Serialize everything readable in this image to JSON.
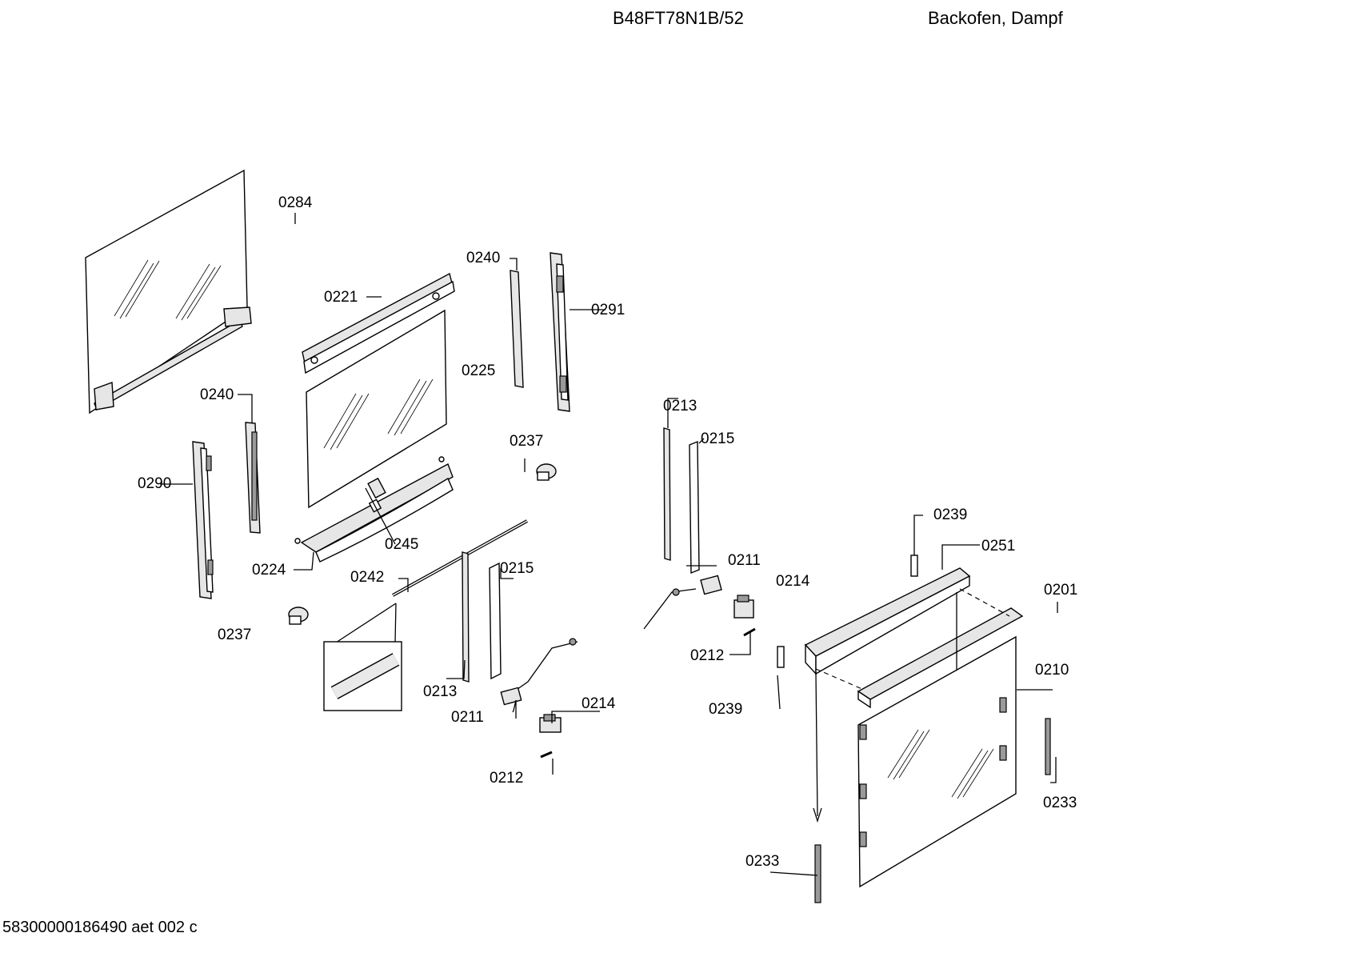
{
  "header": {
    "model": "B48FT78N1B/52",
    "description": "Backofen, Dampf"
  },
  "footer": {
    "document_id": "58300000186490 aet 002 c"
  },
  "part_labels": {
    "p0284": "0284",
    "p0221": "0221",
    "p0240a": "0240",
    "p0291": "0291",
    "p0225": "0225",
    "p0240b": "0240",
    "p0213a": "0213",
    "p0215a": "0215",
    "p0237a": "0237",
    "p0290": "0290",
    "p0245": "0245",
    "p0239a": "0239",
    "p0251": "0251",
    "p0211a": "0211",
    "p0214a": "0214",
    "p0224": "0224",
    "p0242": "0242",
    "p0215b": "0215",
    "p0201": "0201",
    "p0237b": "0237",
    "p0212a": "0212",
    "p0210": "0210",
    "p0213b": "0213",
    "p0214b": "0214",
    "p0239b": "0239",
    "p0211b": "0211",
    "p0233a": "0233",
    "p0212b": "0212",
    "p0233b": "0233"
  }
}
